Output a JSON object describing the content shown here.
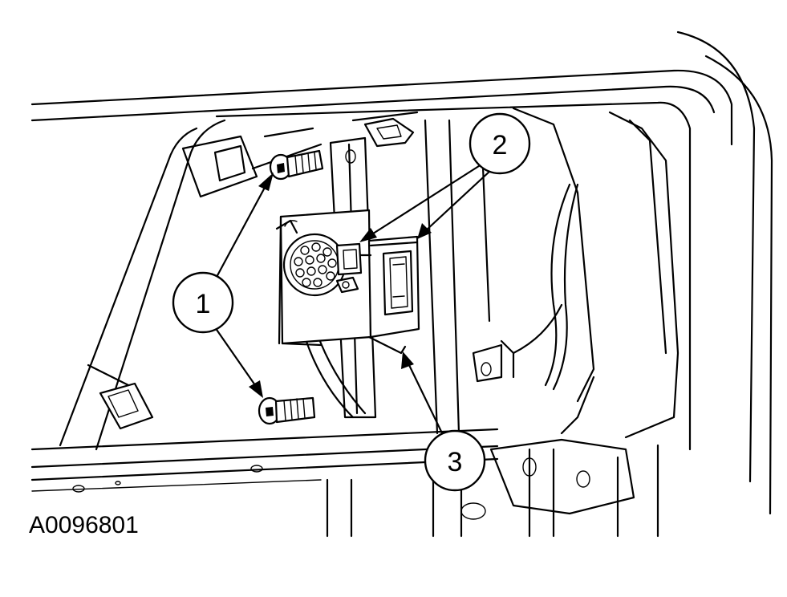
{
  "figure_id": "A0096801",
  "callouts": [
    {
      "number": "1"
    },
    {
      "number": "2"
    },
    {
      "number": "3"
    }
  ]
}
